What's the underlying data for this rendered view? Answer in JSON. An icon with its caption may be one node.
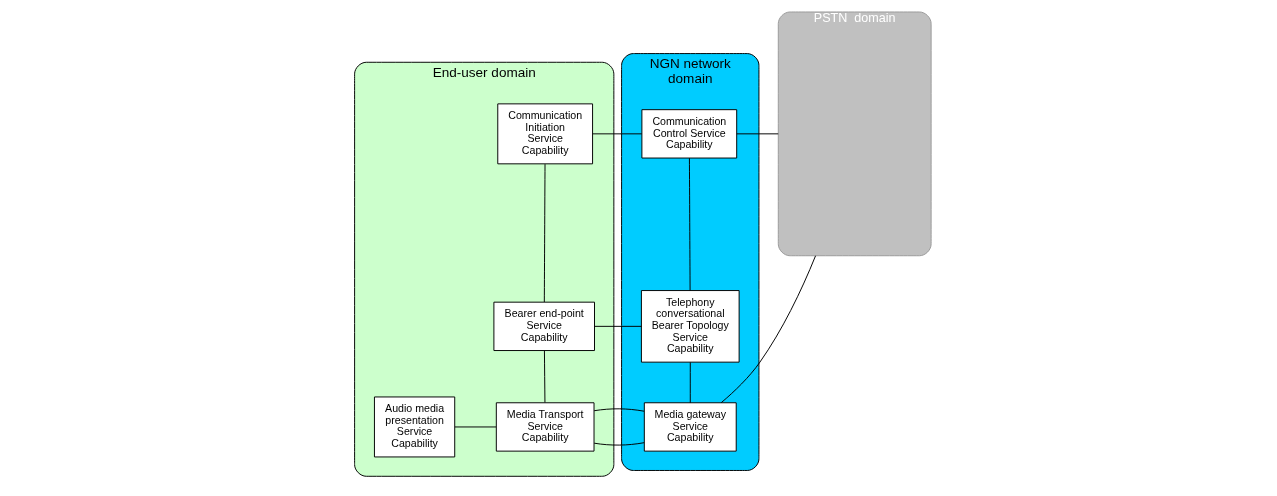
{
  "diagram": {
    "nodes": [
      {
        "text": [
          "End-user domain"
        ]
      },
      {
        "text": [
          "Communication Initiation Service Capability"
        ],
        "in": 0
      },
      {
        "text": [
          "Bearer end-point Service Capability"
        ],
        "in": 0
      },
      {
        "text": [
          "Audio media presentation Service Capability"
        ],
        "in": 0
      },
      {
        "text": [
          "Media Transport Service Capability"
        ],
        "in": 0
      },
      {
        "text": [
          "NGN network domain"
        ]
      },
      {
        "text": [
          "Communication Control Service Capability"
        ],
        "in": 5
      },
      {
        "text": [
          "Telephony conversational Bearer Topology Service Capability"
        ],
        "in": 5
      },
      {
        "text": [
          "Media gateway Service Capability"
        ],
        "in": 5
      },
      {
        "text": [
          "PSTN  domain"
        ]
      }
    ],
    "edges": [
      {
        "from": 1,
        "to": 6,
        "arrow": "none"
      },
      {
        "from": 1,
        "to": 2,
        "arrow": "none"
      },
      {
        "from": 2,
        "to": 7,
        "arrow": "none"
      },
      {
        "from": 2,
        "to": 4,
        "arrow": "none"
      },
      {
        "from": 3,
        "to": 4,
        "arrow": "none"
      },
      {
        "from": 4,
        "to": 8,
        "arrow": "none"
      },
      {
        "from": 6,
        "to": 7,
        "arrow": "none"
      },
      {
        "from": 7,
        "to": 8,
        "arrow": "none"
      },
      {
        "from": 6,
        "to": 9,
        "arrow": "none"
      },
      {
        "from": 8,
        "to": 9,
        "arrow": "none"
      }
    ]
  }
}
